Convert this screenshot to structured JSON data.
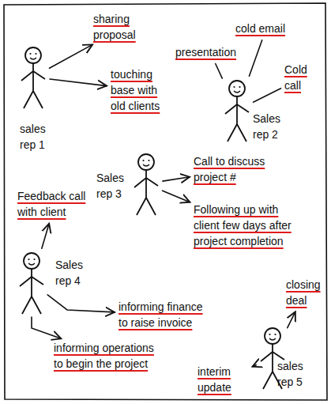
{
  "diagram": {
    "nodes": [
      {
        "text": [
          "sales rep 1"
        ]
      },
      {
        "text": [
          "sharing proposal"
        ]
      },
      {
        "text": [
          "touching base with old clients"
        ]
      },
      {
        "text": [
          "presentation"
        ]
      },
      {
        "text": [
          "cold email"
        ]
      },
      {
        "text": [
          "Cold call"
        ]
      },
      {
        "text": [
          "Sales rep 2"
        ]
      },
      {
        "text": [
          "Sales rep 3"
        ]
      },
      {
        "text": [
          "Call to discuss project #"
        ]
      },
      {
        "text": [
          "Following up with client few days after project completion"
        ]
      },
      {
        "text": [
          "Feedback call with client"
        ]
      },
      {
        "text": [
          "Sales rep 4"
        ]
      },
      {
        "text": [
          "informing finance to raise invoice"
        ]
      },
      {
        "text": [
          "closing deal"
        ]
      },
      {
        "text": [
          "sales rep 5"
        ]
      },
      {
        "text": [
          "informing operations to begin the project"
        ]
      },
      {
        "text": [
          "interim update"
        ]
      }
    ],
    "edges": [
      {
        "from": 0,
        "to": 1,
        "arrow": "to"
      },
      {
        "from": 0,
        "to": 2,
        "arrow": "to"
      },
      {
        "from": 6,
        "to": 3,
        "arrow": "none"
      },
      {
        "from": 6,
        "to": 4,
        "arrow": "none"
      },
      {
        "from": 6,
        "to": 5,
        "arrow": "none"
      },
      {
        "from": 7,
        "to": 8,
        "arrow": "to"
      },
      {
        "from": 7,
        "to": 9,
        "arrow": "to"
      },
      {
        "from": 11,
        "to": 10,
        "arrow": "to"
      },
      {
        "from": 11,
        "to": 12,
        "arrow": "to"
      },
      {
        "from": 11,
        "to": 15,
        "arrow": "to"
      },
      {
        "from": 14,
        "to": 13,
        "arrow": "to"
      },
      {
        "from": 14,
        "to": 16,
        "arrow": "to"
      }
    ]
  }
}
